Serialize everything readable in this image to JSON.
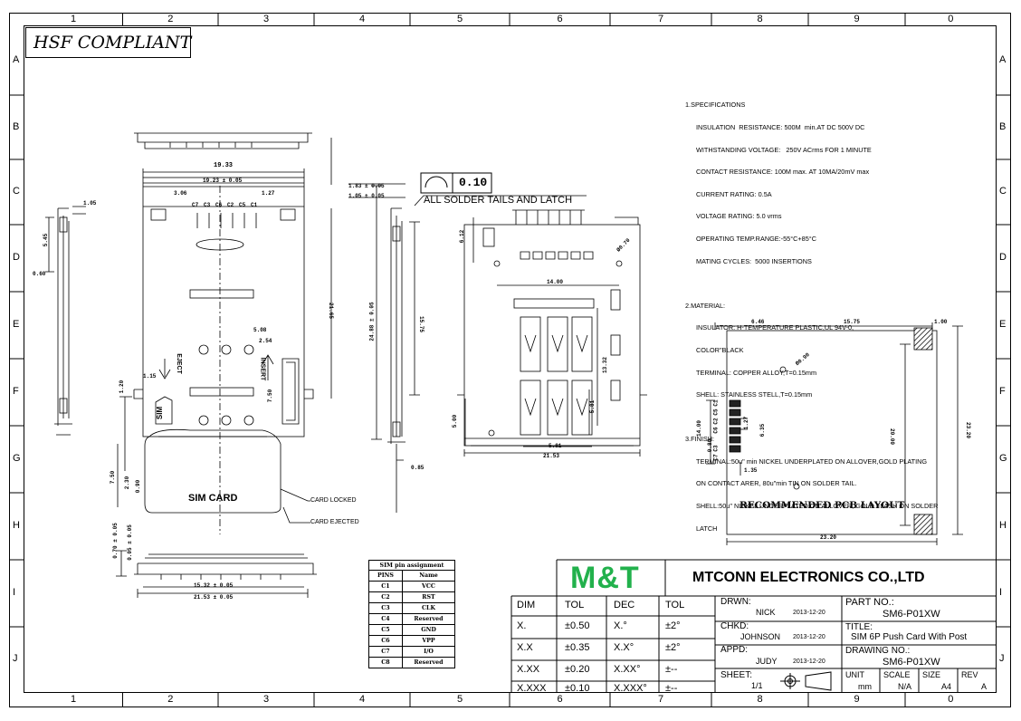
{
  "border": {
    "columns_top": [
      "1",
      "2",
      "3",
      "4",
      "5",
      "6",
      "7",
      "8",
      "9",
      "0"
    ],
    "columns_bottom": [
      "1",
      "2",
      "3",
      "4",
      "5",
      "6",
      "7",
      "8",
      "9",
      "0"
    ],
    "rows": [
      "A",
      "B",
      "C",
      "D",
      "E",
      "F",
      "G",
      "H",
      "I",
      "J"
    ]
  },
  "hsf": "HSF COMPLIANT",
  "colors": {
    "logo_green": "#22b14c",
    "ink": "#000000"
  },
  "specs": {
    "s1_title": "1.SPECIFICATIONS",
    "s1": [
      "INSULATION  RESISTANCE: 500M  min.AT DC 500V DC",
      "WITHSTANDING VOLTAGE:   250V ACrms FOR 1 MINUTE",
      "CONTACT RESISTANCE: 100M max. AT 10MA/20mV max",
      "CURRENT RATING: 0.5A",
      "VOLTAGE RATING: 5.0 vrms",
      "OPERATING TEMP.RANGE:-55°C+85°C",
      "MATING CYCLES:  5000 INSERTIONS"
    ],
    "s2_title": "2.MATERIAL:",
    "s2": [
      "INSULATOR: H-TEMPERATURE PLASTIC,UL 94V-0,",
      "COLOR\"BLACK",
      "TERMINAL: COPPER ALLOY,T=0.15mm",
      "SHELL: STAINLESS STELL,T=0.15mm"
    ],
    "s3_title": "3.FINISH:",
    "s3": [
      "TERMINAL:50u\" min NICKEL UNDERPLATED ON ALLOVER,GOLD PLATING",
      "ON CONTACT ARER, 80u\"min TIN ON SOLDER TAIL.",
      "SHELL:50u\" NICKEL UNDERPLATED ON ALLOVER, GOLD FLASH ON SOLDER",
      "LATCH"
    ]
  },
  "tolerance_box": {
    "value": "0.10",
    "note": "ALL SOLDER TAILS AND LATCH"
  },
  "dims": {
    "d1933": "19.33",
    "d1923": "19.23 ± 0.05",
    "d306": "3.06",
    "d127": "1.27",
    "d105a": "1.05",
    "d545": "5.45",
    "d060": "0.60",
    "d183": "1.83 ± 0.05",
    "d105b": "1.05 ± 0.05",
    "d2165": "21.65",
    "d2488": "24.88 ± 0.05",
    "d1575": "15.75",
    "d508": "5.08",
    "d254": "2.54",
    "d750a": "7.50",
    "d115": "1.15",
    "d120": "1.20",
    "d750": "7.50",
    "d230": "2.30",
    "d090": "0.90",
    "d085": "0.85",
    "d070": "0.70 ± 0.05",
    "d005": "0.05 ± 0.05",
    "d1532": "15.32 ± 0.05",
    "d2153": "21.53 ± 0.05",
    "d612": "6.12",
    "d1400": "14.00",
    "d070b": "Ø0.70",
    "d1332": "13.32",
    "d500": "5.00",
    "d581a": "5.81",
    "d581b": "5.81",
    "d2153b": "21.53",
    "p446": "6.46",
    "p1575": "15.75",
    "p100": "1.00",
    "p090": "Ø0.90",
    "p1400": "14.00",
    "p127": "1.27",
    "p635": "6.35",
    "p080": "0.80",
    "p2000": "20.00",
    "p2320": "23.20",
    "p135": "1.35",
    "p2320b": "23.20"
  },
  "pin_labels_top": [
    "C7",
    "C3",
    "C6",
    "C2",
    "C5",
    "C1"
  ],
  "pin_labels_pcb": [
    "C1",
    "C5",
    "C2",
    "C6",
    "C3",
    "C7"
  ],
  "labels": {
    "eject": "EJECT",
    "insert": "INSERT",
    "sim": "SIM",
    "sim_card": "SIM CARD",
    "card_locked": "CARD LOCKED",
    "card_ejected": "CARD EJECTED",
    "pcb_layout": "RECOMMENDED PCB LAYOUT"
  },
  "pin_table": {
    "caption": "SIM pin assignment",
    "headers": [
      "PINS",
      "Name"
    ],
    "rows": [
      [
        "C1",
        "VCC"
      ],
      [
        "C2",
        "RST"
      ],
      [
        "C3",
        "CLK"
      ],
      [
        "C4",
        "Reserved"
      ],
      [
        "C5",
        "GND"
      ],
      [
        "C6",
        "VPP"
      ],
      [
        "C7",
        "I/O"
      ],
      [
        "C8",
        "Reserved"
      ]
    ]
  },
  "title_block": {
    "logo": "M&T",
    "company": "MTCONN ELECTRONICS CO.,LTD",
    "tol_headers": [
      "DIM",
      "TOL",
      "DEC",
      "TOL"
    ],
    "tol_rows": [
      [
        "X.",
        "±0.50",
        "X.°",
        "±2°"
      ],
      [
        "X.X",
        "±0.35",
        "X.X°",
        "±2°"
      ],
      [
        "X.XX",
        "±0.20",
        "X.XX°",
        "±--"
      ],
      [
        "X.XXX",
        "±0.10",
        "X.XXX°",
        "±--"
      ]
    ],
    "drwn_label": "DRWN:",
    "drwn_name": "NICK",
    "drwn_date": "2013-12-20",
    "chkd_label": "CHKD:",
    "chkd_name": "JOHNSON",
    "chkd_date": "2013-12-20",
    "appd_label": "APPD:",
    "appd_name": "JUDY",
    "appd_date": "2013-12-20",
    "part_no_label": "PART NO.:",
    "part_no": "SM6-P01XW",
    "title_label": "TITLE:",
    "title": "SIM 6P Push Card With Post",
    "drawing_no_label": "DRAWING NO.:",
    "drawing_no": "SM6-P01XW",
    "sheet_label": "SHEET:",
    "sheet": "1/1",
    "unit_label": "UNIT",
    "unit": "mm",
    "scale_label": "SCALE",
    "scale": "N/A",
    "size_label": "SIZE",
    "size": "A4",
    "rev_label": "REV",
    "rev": "A"
  }
}
